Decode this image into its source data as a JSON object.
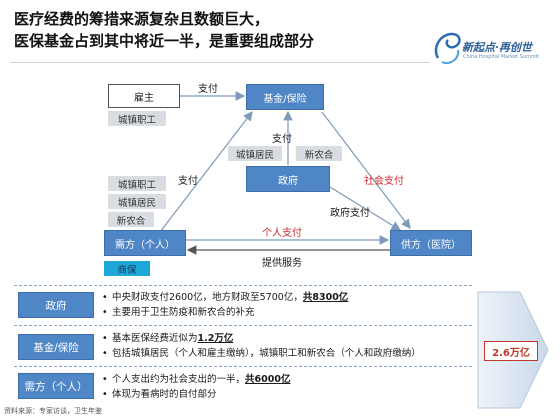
{
  "title": {
    "line1": "医疗经费的筹措来源复杂且数额巨大，",
    "line2": "医保基金占到其中将近一半，是重要组成部分"
  },
  "logo": {
    "text": "新起点·再创世",
    "sub": "China Hospital Market Summit"
  },
  "diagram": {
    "nodes": {
      "employer": "雇主",
      "fund": "基金/保险",
      "government": "政府",
      "demand": "需方（个人）",
      "supply": "供方（医院）"
    },
    "tags": {
      "urban_worker_top": "城镇职工",
      "urban_resident_mid": "城镇居民",
      "ncms_mid": "新农合",
      "urban_worker_left": "城镇职工",
      "urban_resident_left": "城镇居民",
      "ncms_left": "新农合",
      "commercial": "商保"
    },
    "edges": {
      "employer_to_fund": "支付",
      "gov_to_fund": "支付",
      "demand_to_fund": "支付",
      "fund_to_supply": "社会支付",
      "gov_to_supply": "政府支付",
      "demand_to_supply": "个人支付",
      "supply_to_demand": "提供服务"
    },
    "colors": {
      "node_fill": "#4f86c6",
      "social_pay": "#d0282e",
      "arrow": "#7f9ab8"
    }
  },
  "rows": [
    {
      "label": "政府",
      "lines": [
        {
          "pre": "中央财政支付2600亿，地方财政至5700亿，",
          "em": "共8300亿",
          "post": ""
        },
        {
          "pre": "主要用于卫生防疫和新农合的补充",
          "em": "",
          "post": ""
        }
      ]
    },
    {
      "label": "基金/保险",
      "lines": [
        {
          "pre": "基本医保经费近似为",
          "em": "1.2万亿",
          "post": ""
        },
        {
          "pre": "包括城镇居民（个人和雇主缴纳），城镇职工和新农合（个人和政府缴纳）",
          "em": "",
          "post": ""
        }
      ]
    },
    {
      "label": "需方（个人）",
      "lines": [
        {
          "pre": "个人支出约为社会支出的一半，",
          "em": "共6000亿",
          "post": ""
        },
        {
          "pre": "体现为看病时的自付部分",
          "em": "",
          "post": ""
        }
      ]
    }
  ],
  "bullet": "•",
  "total": "2.6万亿",
  "source": "资料来源：专家访谈，卫生年鉴"
}
